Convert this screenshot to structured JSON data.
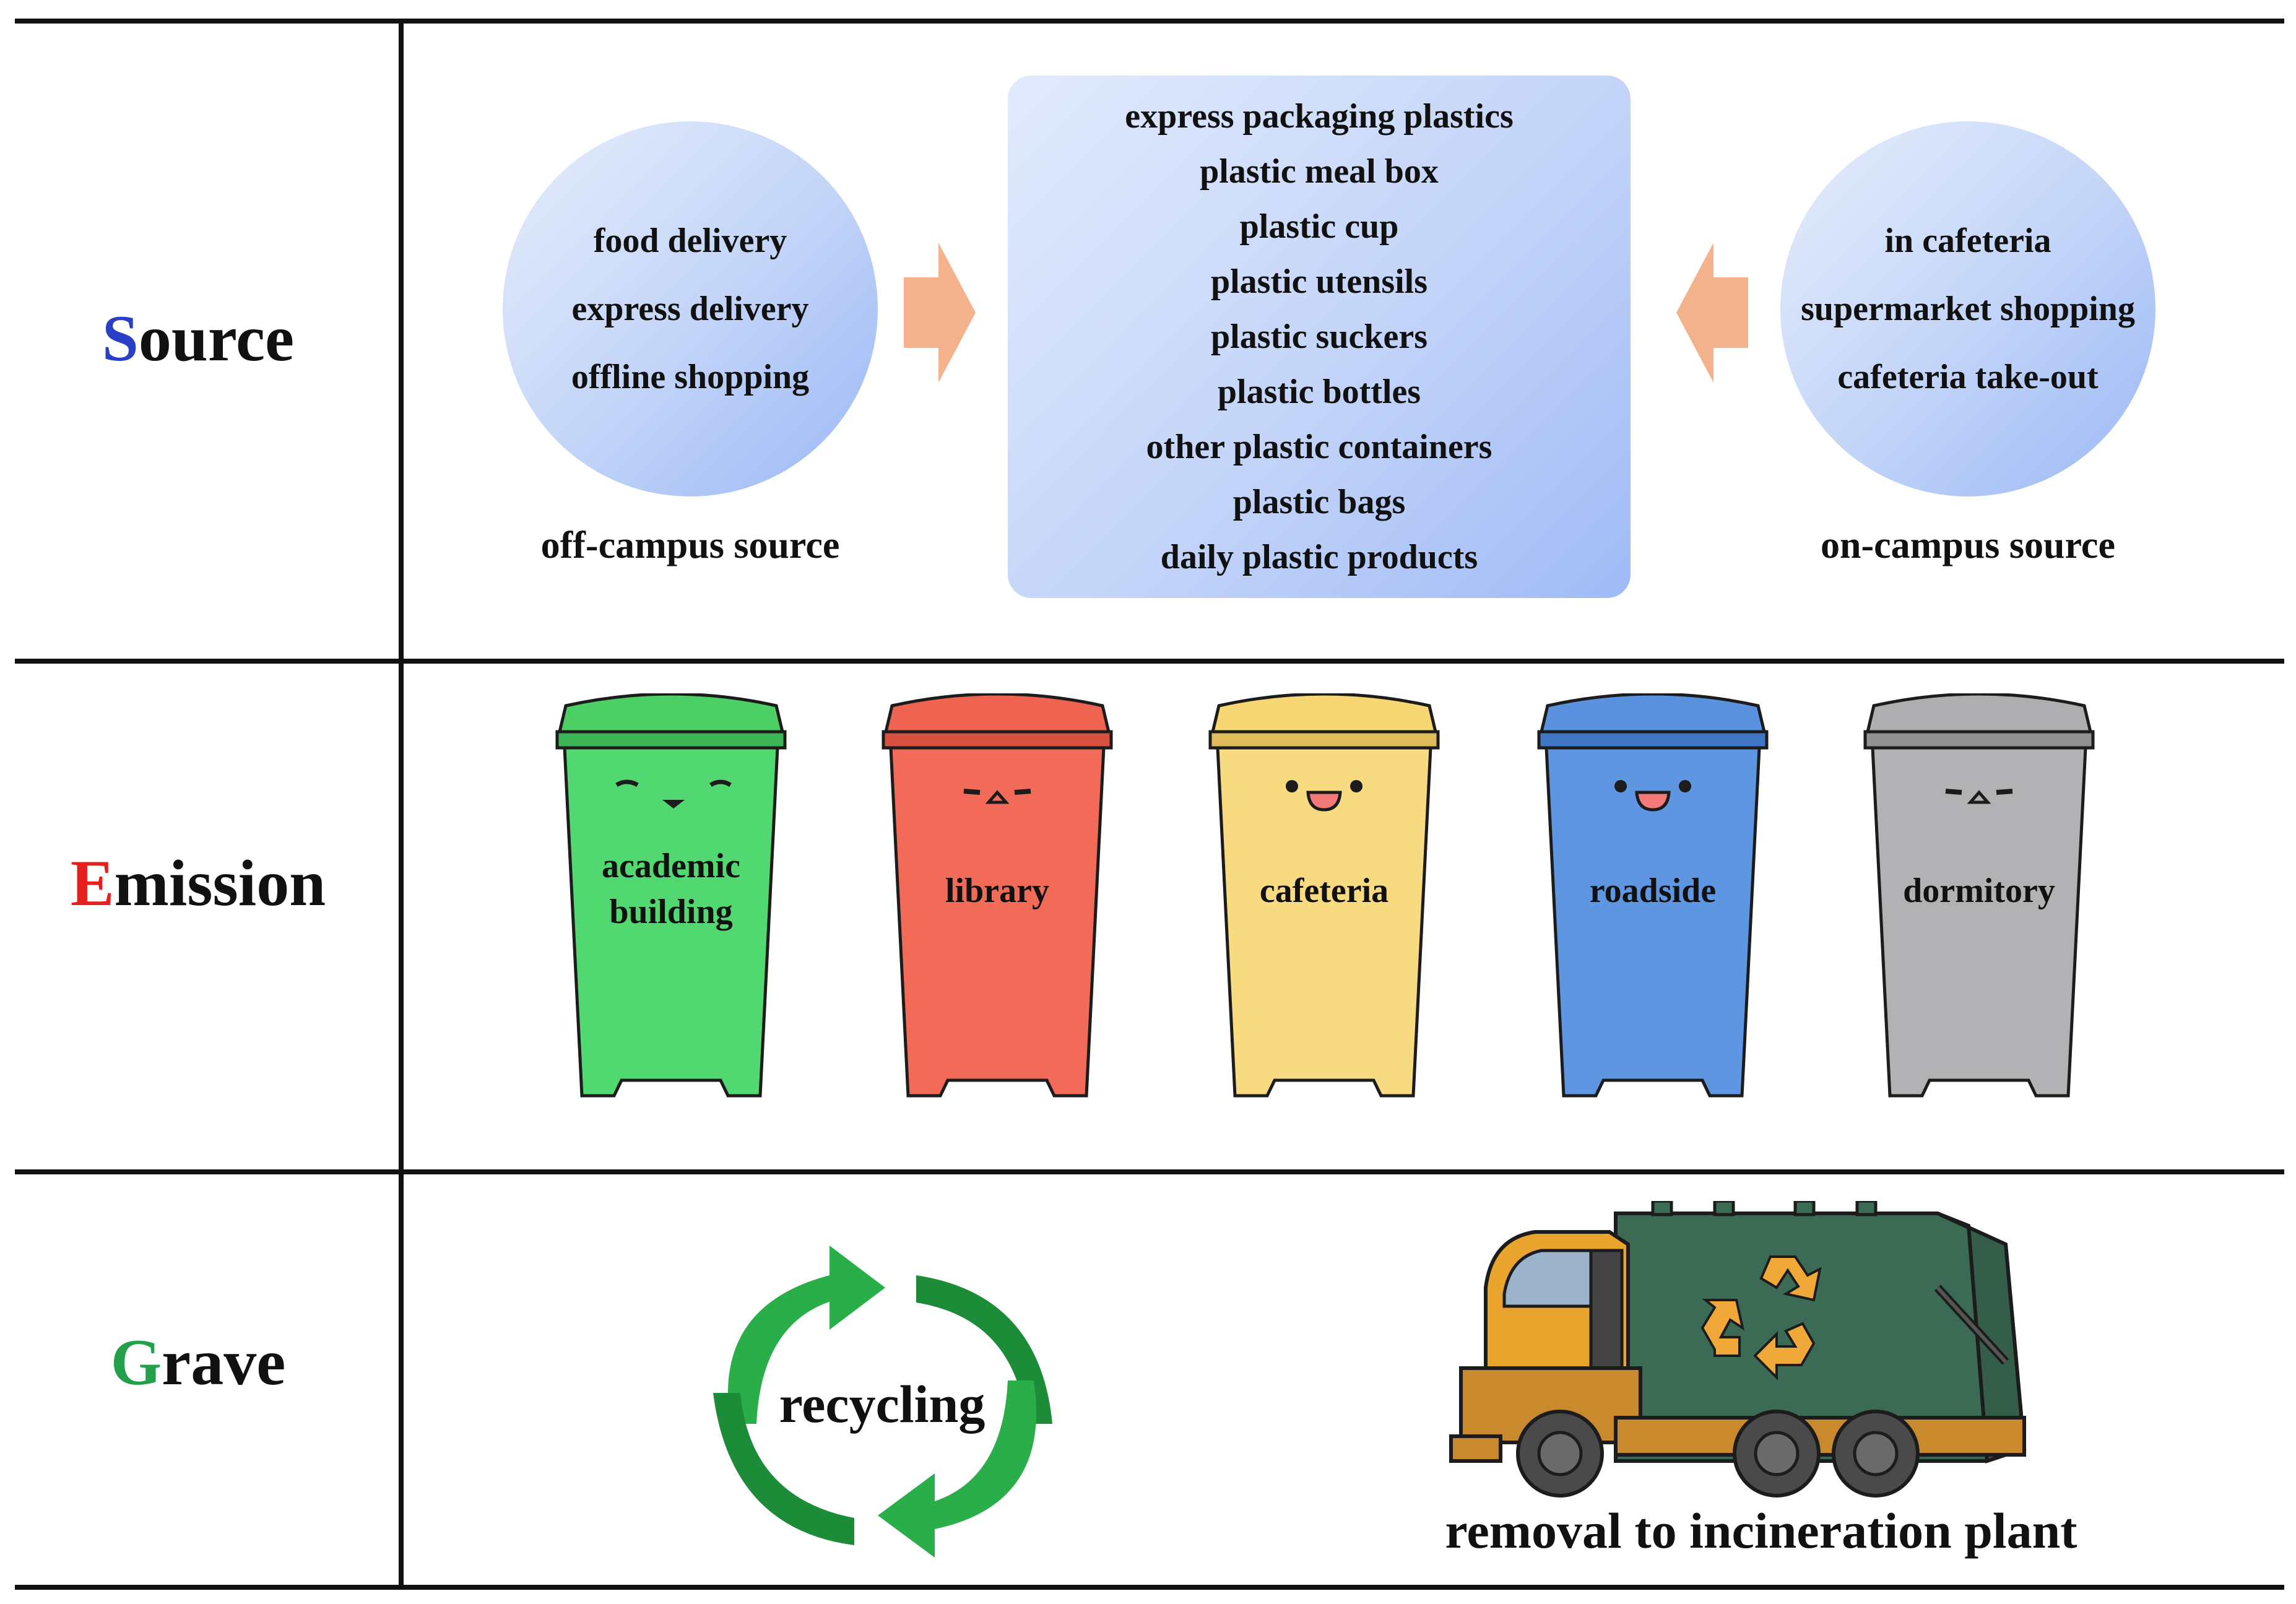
{
  "stages": {
    "source": {
      "first": "S",
      "rest": "ource",
      "first_color": "#2a3fc8"
    },
    "emission": {
      "first": "E",
      "rest": "mission",
      "first_color": "#e81f1f"
    },
    "grave": {
      "first": "G",
      "rest": "rave",
      "first_color": "#22a04a"
    }
  },
  "off_campus": {
    "items": [
      "food delivery",
      "express delivery",
      "offline shopping"
    ],
    "caption": "off-campus source"
  },
  "plastics": {
    "items": [
      "express packaging plastics",
      "plastic meal box",
      "plastic cup",
      "plastic utensils",
      "plastic suckers",
      "plastic bottles",
      "other plastic containers",
      "plastic bags",
      "daily plastic products"
    ]
  },
  "on_campus": {
    "items": [
      "in cafeteria",
      "supermarket shopping",
      "cafeteria take-out"
    ],
    "caption": "on-campus source"
  },
  "bins": [
    {
      "line1": "academic",
      "line2": "building",
      "color": "#52d870",
      "lid": "#4ccf65",
      "dark": "#3bb556"
    },
    {
      "line1": "library",
      "line2": "",
      "color": "#f26b58",
      "lid": "#ee6450",
      "dark": "#d8503e"
    },
    {
      "line1": "cafeteria",
      "line2": "",
      "color": "#f8da80",
      "lid": "#f6d774",
      "dark": "#e0bd5a"
    },
    {
      "line1": "roadside",
      "line2": "",
      "color": "#5f96e2",
      "lid": "#5b92df",
      "dark": "#3f76c6"
    },
    {
      "line1": "dormitory",
      "line2": "",
      "color": "#b2b2b4",
      "lid": "#aeaeb0",
      "dark": "#909092"
    }
  ],
  "grave": {
    "recycling": "recycling",
    "removal": "removal to incineration plant"
  },
  "colors": {
    "arrow": "#f3b28c",
    "recycle_green": "#2aae49",
    "recycle_dark": "#1d8c38",
    "truck_body": "#3c6b55",
    "truck_cab": "#e8a42c",
    "truck_chassis": "#c98a2e",
    "recycle_symbol": "#f0a838"
  }
}
